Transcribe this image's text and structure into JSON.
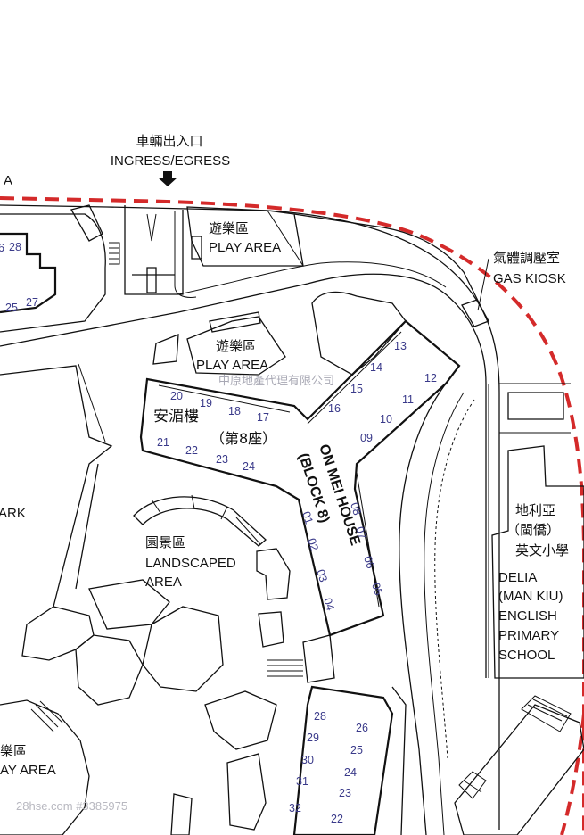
{
  "labels": {
    "ingress_zh": "車輛出入口",
    "ingress_en": "INGRESS/EGRESS",
    "edge_left_top": "A",
    "play_area_1_zh": "遊樂區",
    "play_area_1_en": "PLAY AREA",
    "play_area_2_zh": "遊樂區",
    "play_area_2_en": "PLAY AREA",
    "play_area_3_zh": "樂區",
    "play_area_3_en": "AY AREA",
    "gas_kiosk_zh": "氣體調壓室",
    "gas_kiosk_en": "GAS KIOSK",
    "watermark": "中原地產代理有限公司",
    "block_zh": "安湄樓",
    "block_no_zh": "（第8座）",
    "block_en": "ON MEI HOUSE",
    "block_no_en": "(BLOCK 8)",
    "park": "ARK",
    "landscaped_zh": "園景區",
    "landscaped_en1": "LANDSCAPED",
    "landscaped_en2": "AREA",
    "school_zh1": "地利亞",
    "school_zh2": "（閩僑）",
    "school_zh3": "英文小學",
    "school_en1": "DELIA",
    "school_en2": "(MAN KIU)",
    "school_en3": "ENGLISH",
    "school_en4": "PRIMARY",
    "school_en5": "SCHOOL",
    "footer_mark": "28hse.com #3385975"
  },
  "units": {
    "left_block": [
      "6",
      "28",
      "25",
      "27"
    ],
    "west_wing": [
      "20",
      "19",
      "18",
      "17",
      "21",
      "22",
      "23",
      "24"
    ],
    "north_wing": [
      "13",
      "14",
      "15",
      "16",
      "12",
      "11",
      "10",
      "09"
    ],
    "south_wing": [
      "08",
      "07",
      "06",
      "05",
      "01",
      "02",
      "03",
      "04"
    ],
    "lower_block": [
      "28",
      "26",
      "29",
      "25",
      "30",
      "24",
      "31",
      "23",
      "32",
      "22"
    ]
  },
  "colors": {
    "boundary": "#d42a2a",
    "lines": "#111111",
    "unit_numbers": "#3a3a8a"
  }
}
